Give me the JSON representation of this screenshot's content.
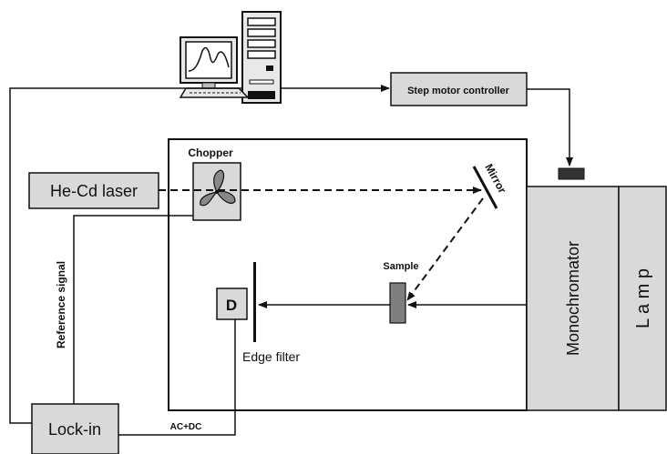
{
  "diagram": {
    "computer": {
      "icon": "computer-icon"
    },
    "step_motor_controller": {
      "label": "Step motor controller"
    },
    "laser": {
      "label": "He-Cd laser"
    },
    "chopper": {
      "label": "Chopper",
      "icon": "fan-blade-icon"
    },
    "mirror": {
      "label": "Mirror"
    },
    "sample": {
      "label": "Sample"
    },
    "detector": {
      "label": "D"
    },
    "edge_filter": {
      "label": "Edge filter"
    },
    "reference_signal": {
      "label": "Reference signal"
    },
    "lock_in": {
      "label": "Lock-in"
    },
    "ac_dc": {
      "label": "AC+DC"
    },
    "monochromator": {
      "label": "Monochromator"
    },
    "lamp": {
      "label": "L a m p"
    },
    "colors": {
      "box_fill": "#d9d9d9",
      "sample_fill": "#7f7f7f",
      "stroke": "#111111"
    }
  }
}
